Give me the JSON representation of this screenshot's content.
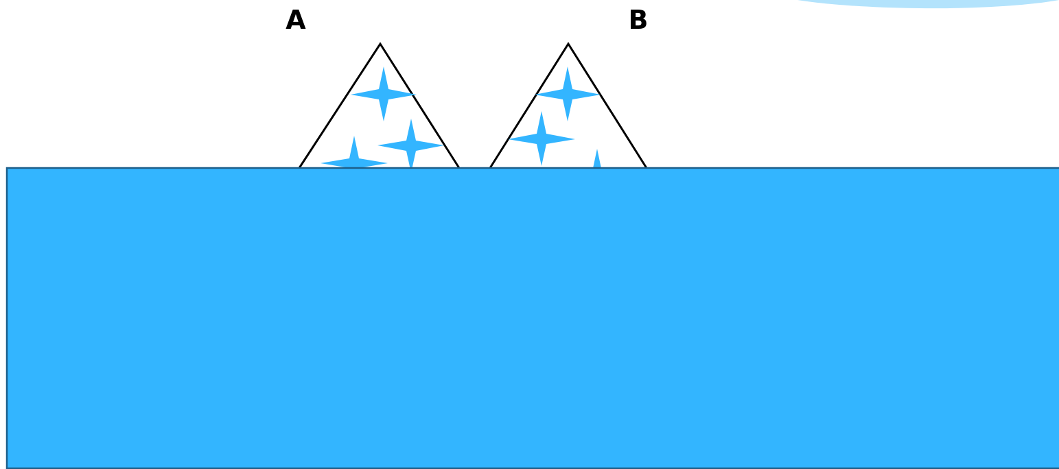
{
  "labels": {
    "a": "A",
    "b": "B"
  },
  "colors": {
    "water": "#33b5ff",
    "water_edge": "#1d5f8a",
    "cloud": "#b3e3fc",
    "iceberg_outline": "#000000",
    "crystal": "#33b5ff",
    "label": "#000000"
  },
  "icebergs": [
    {
      "id": "A",
      "crystal_count_above_water": 3
    },
    {
      "id": "B",
      "crystal_count_above_water": 2
    }
  ]
}
